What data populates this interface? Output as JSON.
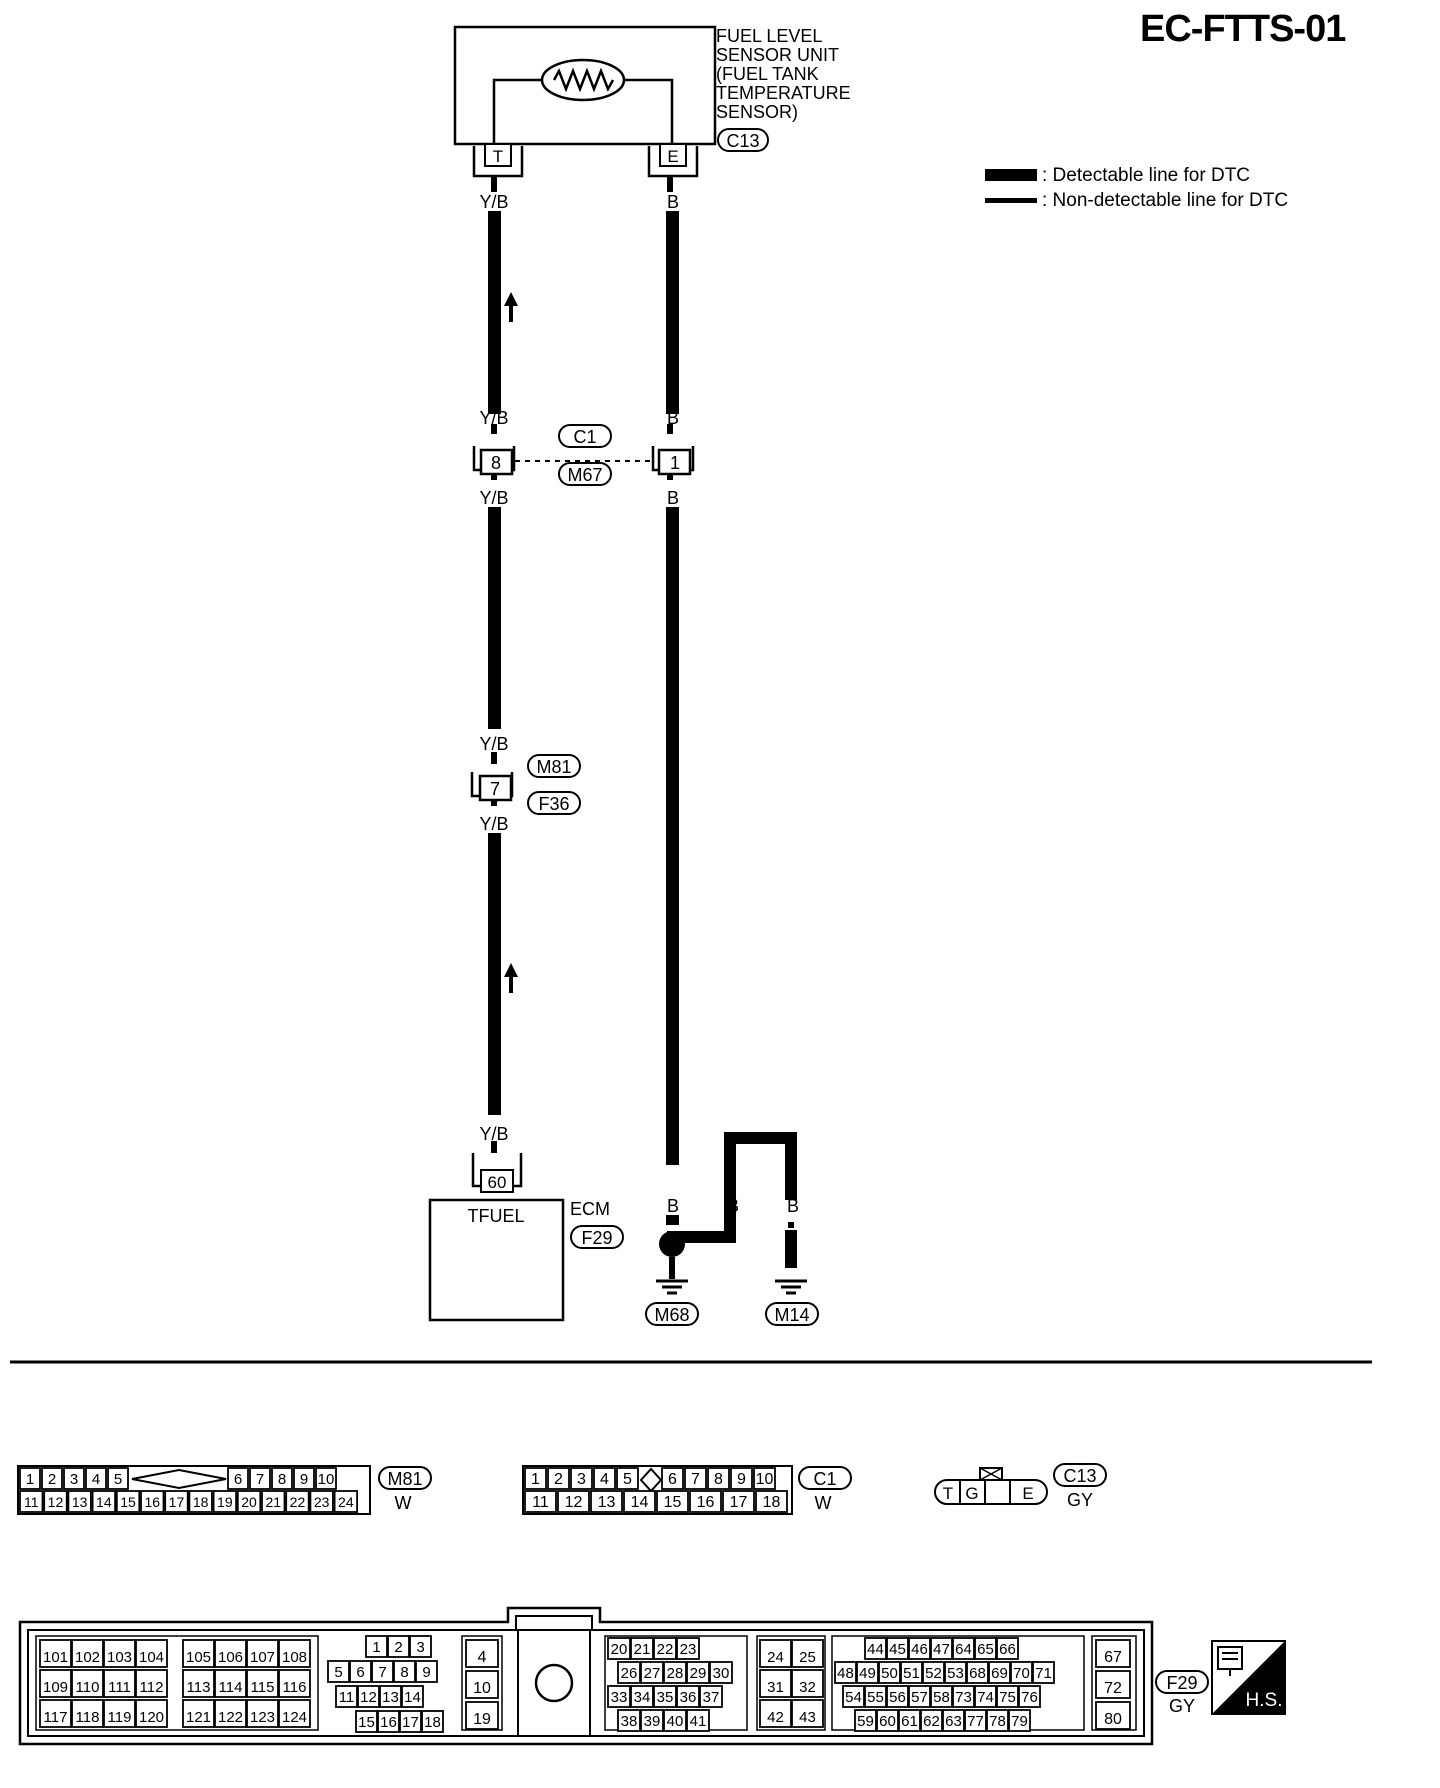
{
  "diagram_id": "EC-FTTS-01",
  "legend": {
    "detectable": ": Detectable line for DTC",
    "non_detectable": ": Non-detectable line for DTC"
  },
  "sensor": {
    "name_lines": [
      "FUEL LEVEL",
      "SENSOR UNIT",
      "(FUEL TANK",
      "TEMPERATURE",
      "SENSOR)"
    ],
    "connector": "C13",
    "pin_t": "T",
    "pin_e": "E"
  },
  "wire_colors": {
    "yb": "Y/B",
    "b": "B"
  },
  "junction1": {
    "top": "C1",
    "bottom": "M67",
    "pin_left": "8",
    "pin_right": "1"
  },
  "junction2": {
    "top": "M81",
    "bottom": "F36",
    "pin": "7"
  },
  "ecm": {
    "name": "ECM",
    "connector": "F29",
    "pin": "60",
    "terminal": "TFUEL"
  },
  "grounds": [
    "M68",
    "M14"
  ],
  "connectors": {
    "m81": {
      "id": "M81",
      "color": "W",
      "row1": [
        "1",
        "2",
        "3",
        "4",
        "5",
        "",
        "6",
        "7",
        "8",
        "9",
        "10"
      ],
      "row2": [
        "11",
        "12",
        "13",
        "14",
        "15",
        "16",
        "17",
        "18",
        "19",
        "20",
        "21",
        "22",
        "23",
        "24"
      ]
    },
    "c1": {
      "id": "C1",
      "color": "W",
      "row1": [
        "1",
        "2",
        "3",
        "4",
        "5",
        "",
        "6",
        "7",
        "8",
        "9",
        "10"
      ],
      "row2": [
        "11",
        "12",
        "13",
        "14",
        "15",
        "16",
        "17",
        "18"
      ]
    },
    "c13": {
      "id": "C13",
      "color": "GY",
      "pins": [
        "T",
        "G",
        "E"
      ]
    },
    "f29": {
      "id": "F29",
      "color": "GY",
      "b1": [
        [
          "101",
          "102",
          "103",
          "104"
        ],
        [
          "109",
          "110",
          "111",
          "112"
        ],
        [
          "117",
          "118",
          "119",
          "120"
        ]
      ],
      "b2": [
        [
          "105",
          "106",
          "107",
          "108"
        ],
        [
          "113",
          "114",
          "115",
          "116"
        ],
        [
          "121",
          "122",
          "123",
          "124"
        ]
      ],
      "b3": [
        [
          "1",
          "2",
          "3"
        ],
        [
          "5",
          "6",
          "7",
          "8",
          "9"
        ],
        [
          "11",
          "12",
          "13",
          "14"
        ],
        [
          "15",
          "16",
          "17",
          "18"
        ]
      ],
      "b4": [
        "4",
        "10",
        "19"
      ],
      "b5": [
        [
          "20",
          "21",
          "22",
          "23"
        ],
        [
          "26",
          "27",
          "28",
          "29",
          "30"
        ],
        [
          "33",
          "34",
          "35",
          "36",
          "37"
        ],
        [
          "38",
          "39",
          "40",
          "41"
        ]
      ],
      "b6": [
        [
          "24",
          "25"
        ],
        [
          "31",
          "32"
        ],
        [
          "42",
          "43"
        ]
      ],
      "b7": [
        [
          "44",
          "45",
          "46",
          "47",
          "64",
          "65",
          "66"
        ],
        [
          "48",
          "49",
          "50",
          "51",
          "52",
          "53",
          "68",
          "69",
          "70",
          "71"
        ],
        [
          "54",
          "55",
          "56",
          "57",
          "58",
          "73",
          "74",
          "75",
          "76"
        ],
        [
          "59",
          "60",
          "61",
          "62",
          "63",
          "77",
          "78",
          "79"
        ]
      ],
      "b8": [
        "67",
        "72",
        "80"
      ]
    }
  },
  "harness_badge": "H.S."
}
